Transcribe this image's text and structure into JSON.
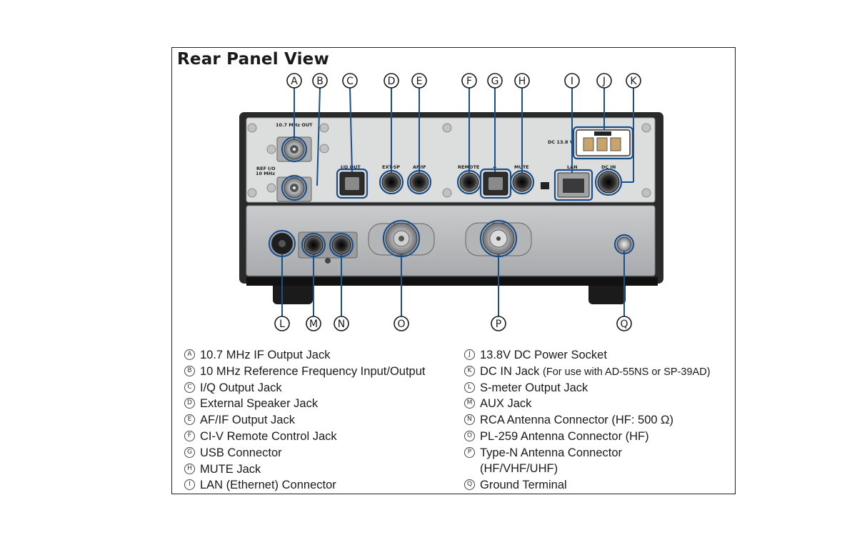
{
  "title": "Rear Panel View",
  "panel_labels": {
    "out_10_7": "10.7 MHz OUT",
    "ref_io_line1": "REF I/O",
    "ref_io_line2": "10 MHz",
    "iq_out": "I/Q OUT",
    "ext_sp": "EXT-SP",
    "af_if": "AF/IF",
    "remote": "REMOTE",
    "usb_symbol": "⭍",
    "mute": "MUTE",
    "lan": "LAN",
    "dc_in": "DC IN",
    "dc_13_8": "DC 13.8 V"
  },
  "callouts": [
    {
      "letter": "A",
      "description": "10.7 MHz IF Output Jack"
    },
    {
      "letter": "B",
      "description": "10 MHz Reference Frequency Input/Output"
    },
    {
      "letter": "C",
      "description": "I/Q Output Jack"
    },
    {
      "letter": "D",
      "description": "External Speaker Jack"
    },
    {
      "letter": "E",
      "description": "AF/IF Output Jack"
    },
    {
      "letter": "F",
      "description": "CI-V Remote Control Jack"
    },
    {
      "letter": "G",
      "description": "USB Connector"
    },
    {
      "letter": "H",
      "description": "MUTE Jack"
    },
    {
      "letter": "I",
      "description": "LAN (Ethernet) Connector"
    },
    {
      "letter": "J",
      "description": "13.8V DC Power Socket"
    },
    {
      "letter": "K",
      "description": "DC IN Jack",
      "note": "(For use with AD-55NS or SP-39AD)"
    },
    {
      "letter": "L",
      "description": "S-meter Output Jack"
    },
    {
      "letter": "M",
      "description": "AUX Jack"
    },
    {
      "letter": "N",
      "description": "RCA Antenna Connector (HF: 500 Ω)"
    },
    {
      "letter": "O",
      "description": "PL-259 Antenna Connector (HF)"
    },
    {
      "letter": "P",
      "description": "Type-N Antenna Connector",
      "line2": "(HF/VHF/UHF)"
    },
    {
      "letter": "Q",
      "description": "Ground Terminal"
    }
  ],
  "colors": {
    "accent": "#1a4f8a",
    "panel_dark": "#2b2b2b",
    "plate_light": "#d9dadb",
    "plate_lower": "#b9bbbd"
  }
}
